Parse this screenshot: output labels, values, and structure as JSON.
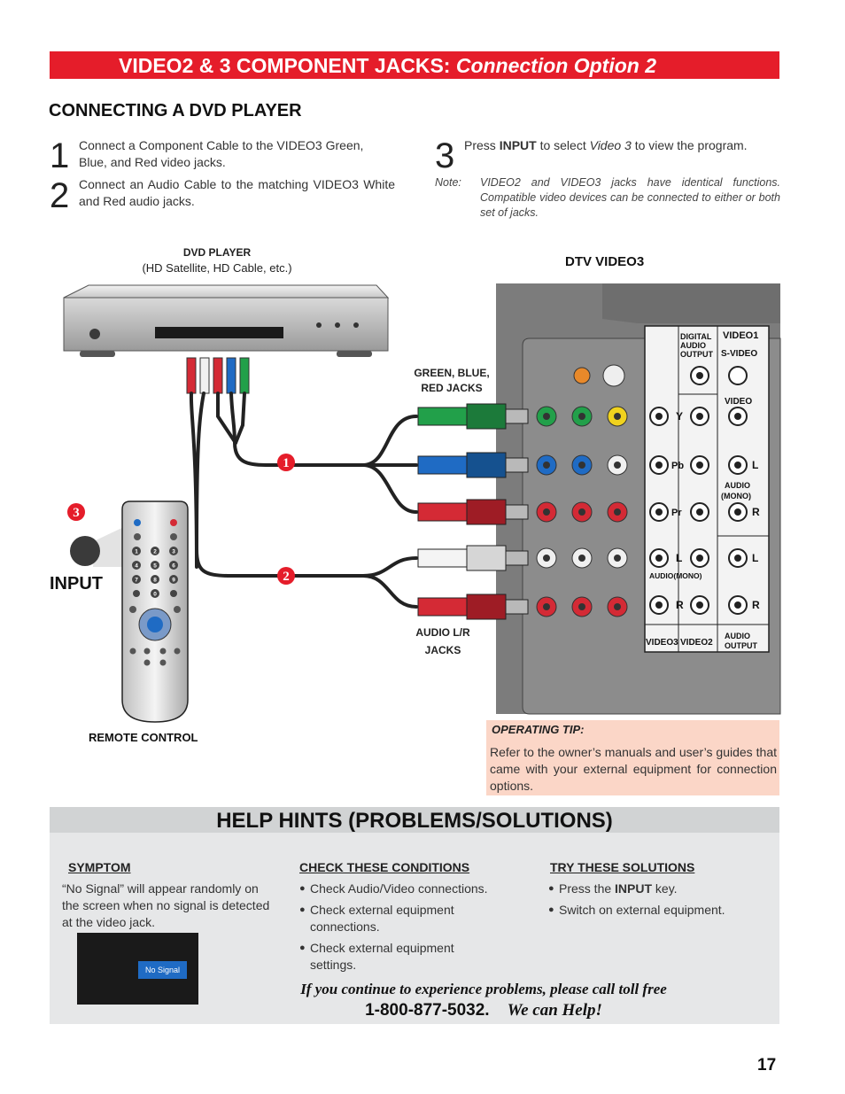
{
  "banner": {
    "main": "VIDEO2 & 3 COMPONENT JACKS:",
    "option": "Connection Option 2"
  },
  "section_title": "CONNECTING A DVD PLAYER",
  "steps": [
    {
      "num": "1",
      "text": "Connect a Component Cable to the VIDEO3 Green, Blue, and Red video jacks."
    },
    {
      "num": "2",
      "text": "Connect an Audio Cable to the matching VIDEO3 White and Red audio jacks."
    },
    {
      "num": "3",
      "pre": "Press ",
      "key": "INPUT",
      "mid": " to select ",
      "em": "Video 3",
      "post": " to view the program."
    }
  ],
  "note": {
    "label": "Note:",
    "text": "VIDEO2 and VIDEO3 jacks have identical functions. Compatible video devices can be connected to either or both set of jacks."
  },
  "diagram": {
    "dvd_label": "DVD PLAYER",
    "dvd_sub": "(HD Satellite, HD Cable, etc.)",
    "dtv_label": "DTV VIDEO3",
    "gbr_label_1": "GREEN, BLUE,",
    "gbr_label_2": "RED JACKS",
    "audio_label_1": "AUDIO L/R",
    "audio_label_2": "JACKS",
    "remote_label": "REMOTE CONTROL",
    "input_label": "INPUT",
    "callouts": [
      "1",
      "2",
      "3"
    ],
    "panel": {
      "digital_audio": [
        "DIGITAL",
        "AUDIO",
        "OUTPUT"
      ],
      "video1": "VIDEO1",
      "svideo": "S-VIDEO",
      "video": "VIDEO",
      "y": "Y",
      "pb": "Pb",
      "pr": "Pr",
      "l": "L",
      "r": "R",
      "audio_mono": "AUDIO(MONO)",
      "audio_mono_2": [
        "AUDIO",
        "(MONO)"
      ],
      "video3": "VIDEO3",
      "video2": "VIDEO2",
      "audio_output": [
        "AUDIO",
        "OUTPUT"
      ]
    },
    "remote_keys": [
      "1",
      "2",
      "3",
      "4",
      "5",
      "6",
      "7",
      "8",
      "9",
      "0"
    ],
    "accent": "#e51d2a"
  },
  "tip": {
    "title": "OPERATING TIP:",
    "text": "Refer to the owner’s manuals and user’s guides that came with your external equipment for connection options."
  },
  "help": {
    "title": "HELP HINTS (PROBLEMS/SOLUTIONS)",
    "symptom_head": "SYMPTOM",
    "symptom_text": "“No Signal” will appear randomly on the screen when no signal is detected at the video jack.",
    "screen_text": "No Signal",
    "conditions_head": "CHECK THESE CONDITIONS",
    "conditions": [
      "Check Audio/Video connections.",
      "Check external equipment connections.",
      "Check external equipment settings."
    ],
    "solutions_head": "TRY THESE SOLUTIONS",
    "solution1_pre": "Press the ",
    "solution1_key": "INPUT",
    "solution1_post": " key.",
    "solution2": "Switch on external equipment.",
    "tollfree": "If you continue to experience problems, please call toll free",
    "phone": "1-800-877-5032.",
    "we_help": "We can Help!"
  },
  "page_number": "17"
}
